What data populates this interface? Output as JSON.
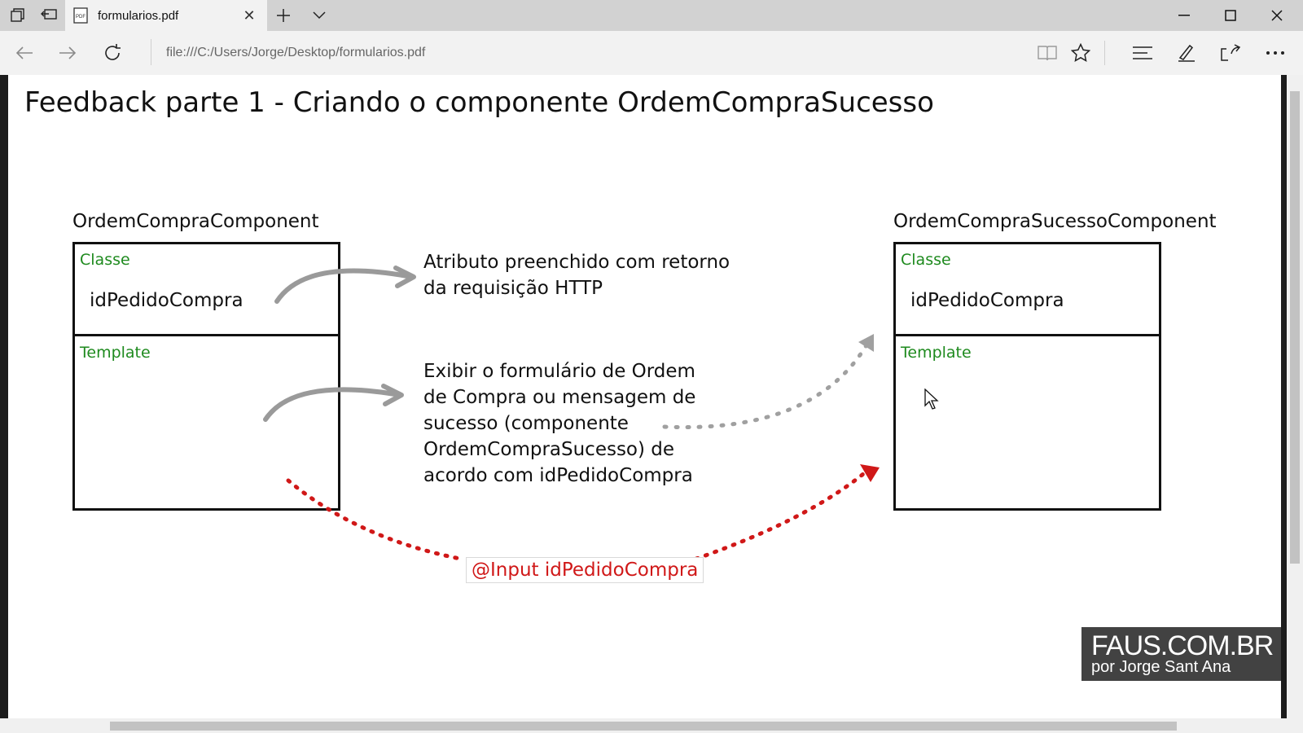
{
  "browser": {
    "tab": {
      "title": "formularios.pdf",
      "icon": "pdf-icon"
    },
    "url": "file:///C:/Users/Jorge/Desktop/formularios.pdf"
  },
  "slide": {
    "title": "Feedback parte 1 - Criando o componente OrdemCompraSucesso",
    "left_component": {
      "name": "OrdemCompraComponent",
      "class_label": "Classe",
      "attribute": "idPedidoCompra",
      "template_label": "Template"
    },
    "right_component": {
      "name": "OrdemCompraSucessoComponent",
      "class_label": "Classe",
      "attribute": "idPedidoCompra",
      "template_label": "Template"
    },
    "note_attribute": {
      "line1": "Atributo preenchido com retorno",
      "line2": "da requisição HTTP"
    },
    "note_template": {
      "line1": "Exibir o formulário de Ordem",
      "line2": "de Compra ou mensagem de",
      "line3": "sucesso (componente",
      "line4": "OrdemCompraSucesso) de",
      "line5": "acordo com idPedidoCompra"
    },
    "input_binding": "@Input idPedidoCompra",
    "colors": {
      "label_green": "#1e8a1e",
      "input_red": "#d01818",
      "arrow_gray": "#9a9a9a"
    }
  },
  "watermark": {
    "main": "FAUS.COM.BR",
    "sub": "por Jorge Sant Ana"
  }
}
